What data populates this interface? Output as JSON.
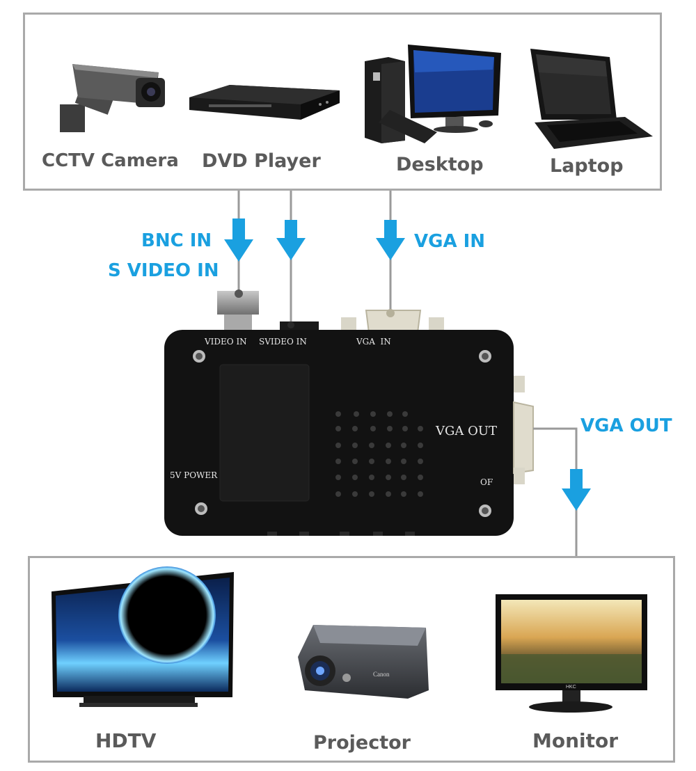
{
  "inputs": {
    "cctv_label": "CCTV Camera",
    "dvd_label": "DVD Player",
    "desktop_label": "Desktop",
    "laptop_label": "Laptop"
  },
  "connections": {
    "bnc_in": "BNC IN",
    "svideo_in": "S VIDEO IN",
    "vga_in": "VGA IN",
    "vga_out": "VGA OUT"
  },
  "converter": {
    "port_video_in": "VIDEO IN",
    "port_svideo_in": "SVIDEO IN",
    "port_vga_in": "VGA  IN",
    "vga_out_label": "VGA OUT",
    "power_label": "5V POWER",
    "of_label": "OF"
  },
  "outputs": {
    "hdtv_label": "HDTV",
    "projector_label": "Projector",
    "monitor_label": "Monitor",
    "projector_brand": "Canon",
    "monitor_brand": "HKC"
  },
  "colors": {
    "accent_blue": "#1aa0e0",
    "panel_border": "#a9a9a9",
    "label_gray": "#5a5a5a",
    "box_body": "#121212"
  }
}
